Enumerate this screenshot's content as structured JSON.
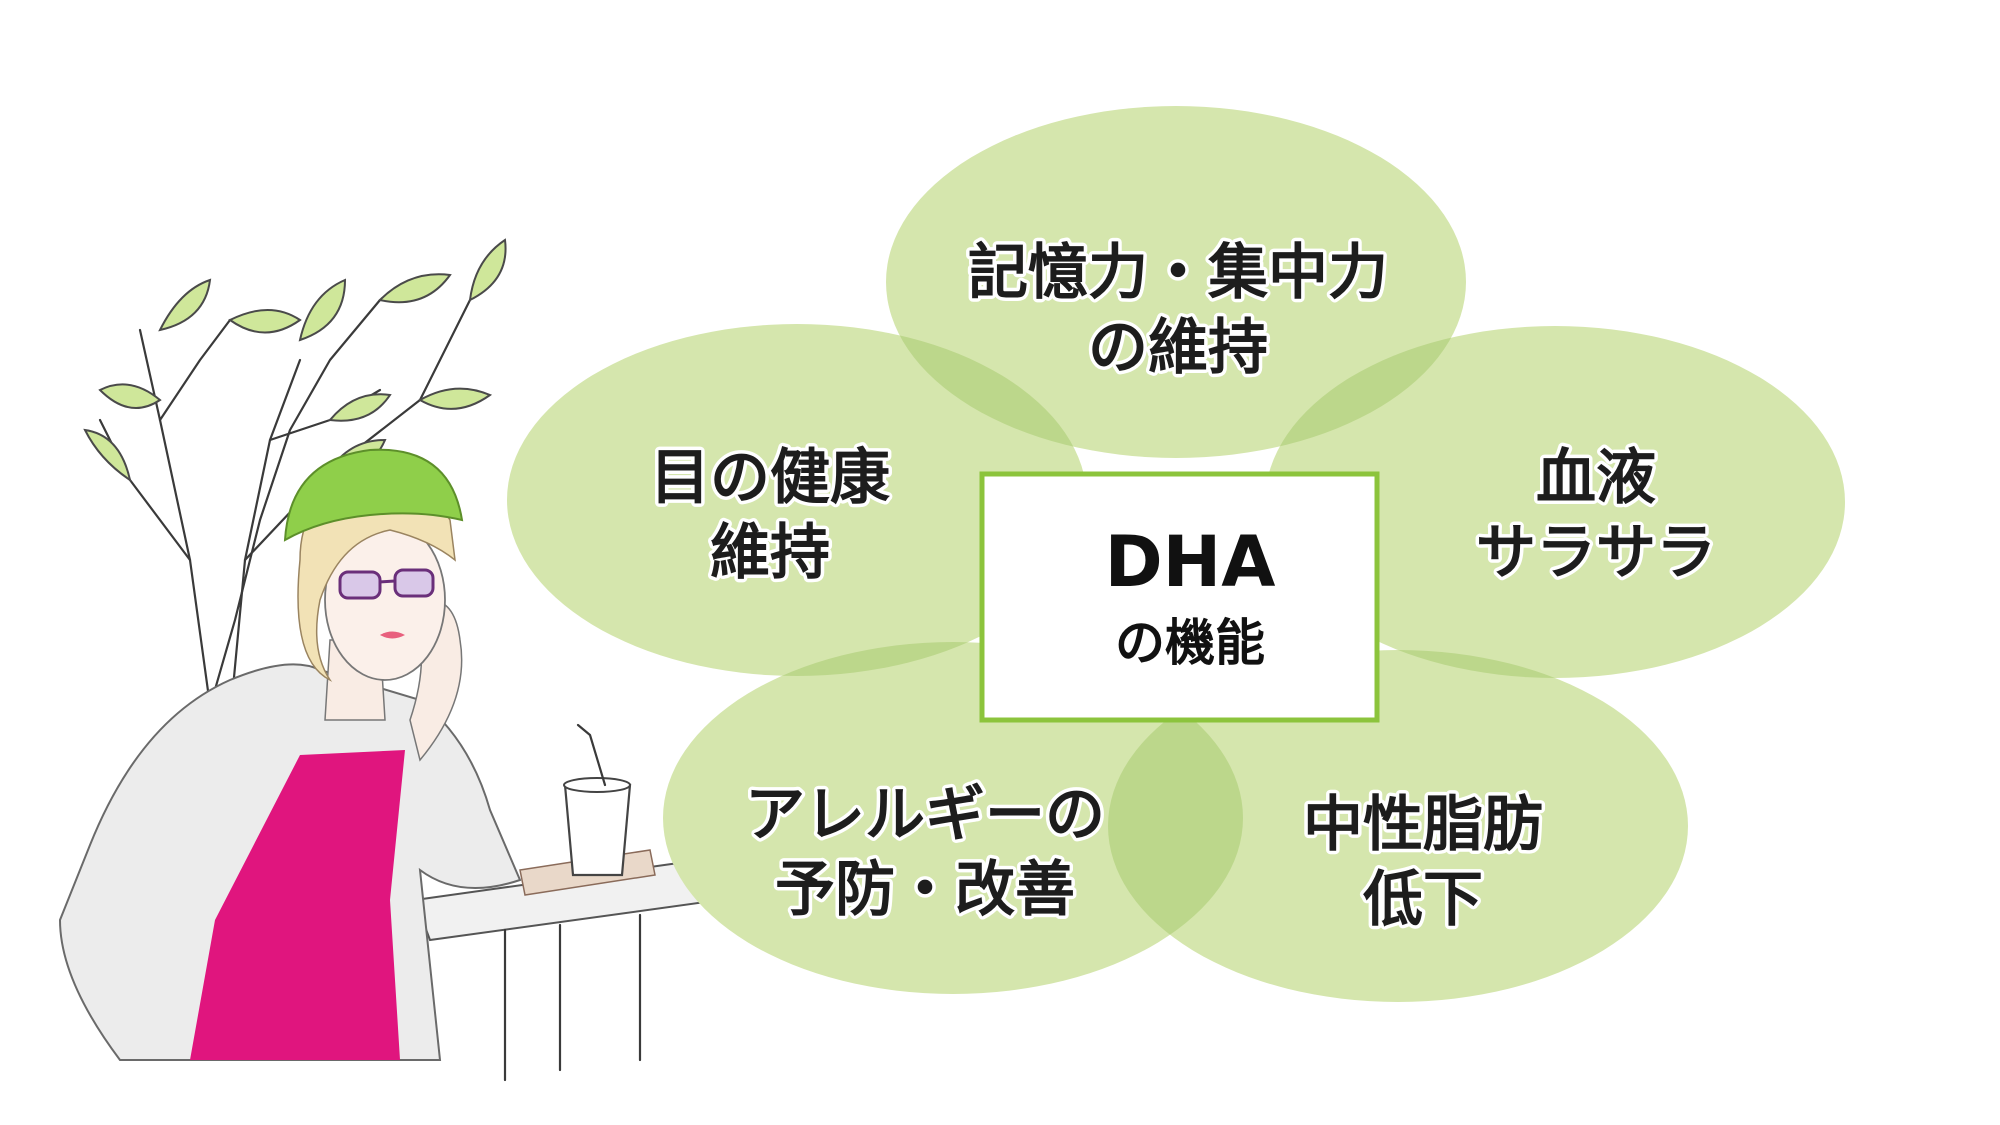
{
  "center": {
    "title": "DHA",
    "subtitle": "の機能"
  },
  "petals": [
    {
      "line1": "記憶力・集中力",
      "line2": "の維持"
    },
    {
      "line1": "血液",
      "line2": "サラサラ"
    },
    {
      "line1": "中性脂肪",
      "line2": "低下"
    },
    {
      "line1": "アレルギーの",
      "line2": "予防・改善"
    },
    {
      "line1": "目の健康",
      "line2": "維持"
    }
  ],
  "colors": {
    "petal": "#d5e6ad",
    "overlap": "#bcd78b",
    "center_border": "#8cc43c",
    "center_fill": "#ffffff",
    "hat": "#8fcf4a",
    "dress": "#e0157e"
  }
}
